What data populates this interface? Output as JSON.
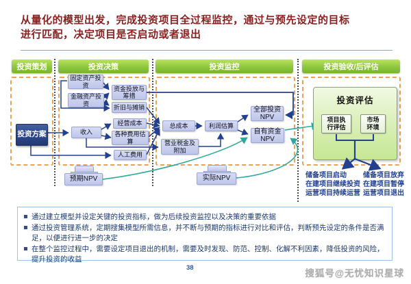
{
  "title": {
    "line1": "从量化的模型出发，完成投资项目全过程监控，通过与预先设定的目标",
    "line2": "进行匹配，决定项目是否启动或者退出"
  },
  "phases": [
    "投资策划",
    "投资决策",
    "投资监控",
    "投资验收/后评估"
  ],
  "nodes": {
    "plan": "投资方案",
    "fixed_assets": "固定资产投资",
    "financial_assets": "金融资产投资",
    "funding": "资金投放与筹措",
    "depreciation": "折旧与摊销",
    "income": "收入",
    "operating_cost": "经营成本",
    "expense_estimate": "各种费用估算",
    "labor_cost": "人工费用",
    "expected_npv": "预期NPV",
    "total_cost": "总成本",
    "business_tax": "营业税金及附加",
    "profit_estimate": "利润估算",
    "total_invest_npv": "全部投资NPV",
    "own_fund_npv": "自有资金NPV",
    "actual_npv": "实际NPV"
  },
  "evaluation": {
    "title": "投资评估",
    "items": [
      "项目执行评估",
      "市场环境"
    ]
  },
  "outcomes": {
    "positive": [
      "储备项目启动",
      "在建项目继续投资",
      "运营项目持续运营"
    ],
    "negative": [
      "储备项目放弃",
      "在建项目暂停",
      "运营项目退出"
    ]
  },
  "bullets": [
    "通过建立模型并设定关键的投资指标，做为后续投资监控以及决策的重要依据",
    "通过投资管理系统，定期搜集模型所需信息，并不断与预期的指标进行对比和评估，判断预先设定的条件是否满足，以便进行进一步的决定",
    "在整个监控过程中，需要设定项目退出的机制，需要及时发现、防范、控制、化解不利因素，降低投资的风险，提升投资的收益"
  ],
  "footer": {
    "page_number": "38",
    "watermark": "搜狐号@无忧知识星球"
  },
  "colors": {
    "phase_green": "#8dc63f",
    "dashed_orange": "#e8a25a",
    "connector_navy": "#23408f",
    "connector_teal": "#2fa89c",
    "node_fill": "#c3caec",
    "plan_box_blue": "#2f4a8e",
    "eval_panel_green": "#d9efbb",
    "title_red": "#8b2020",
    "bullet_text": "#1d3a6e"
  }
}
